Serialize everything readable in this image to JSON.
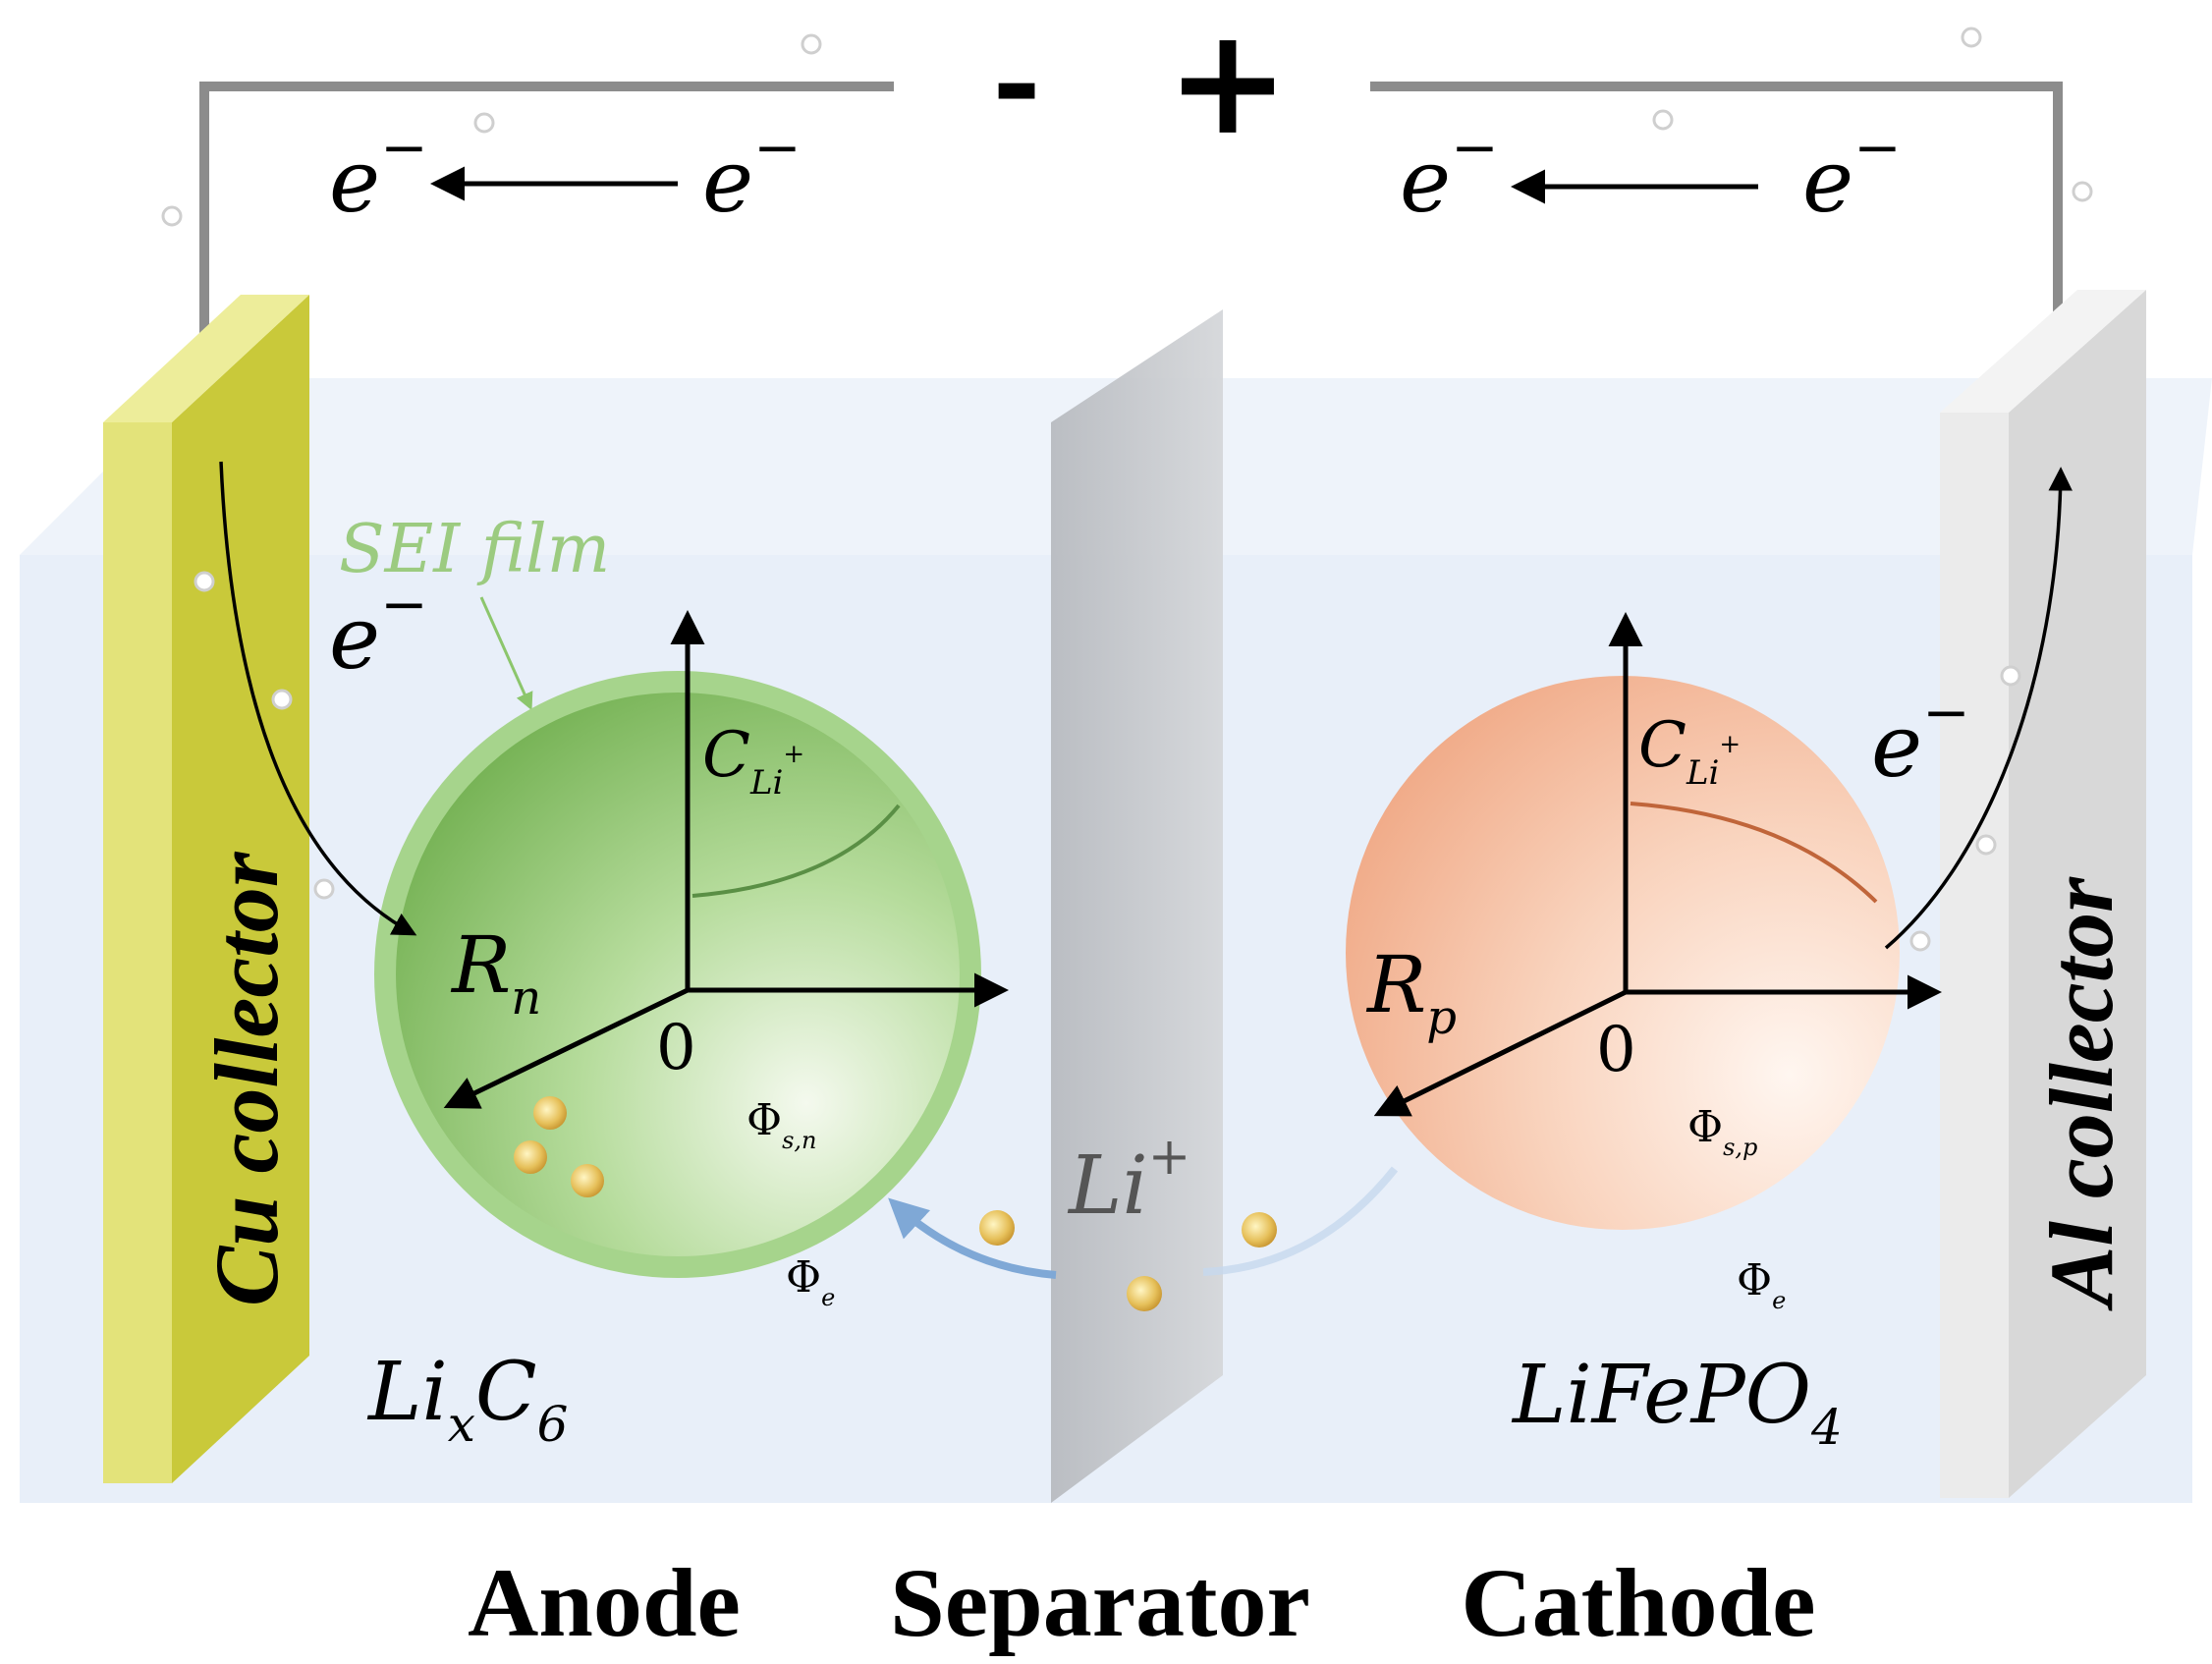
{
  "terminals": {
    "negative": "-",
    "positive": "+"
  },
  "electron": {
    "symbol": "e",
    "charge": "−"
  },
  "collectors": {
    "left": "Cu collector",
    "right": "Al collector"
  },
  "sei_label": "SEI film",
  "anode_particle": {
    "concentration": {
      "base": "C",
      "sub": "Li",
      "sup": "+"
    },
    "radius": {
      "base": "R",
      "sub": "n"
    },
    "origin": "0",
    "potential": {
      "base": "Φ",
      "sub": "s,n"
    },
    "material": {
      "part1": "Li",
      "sub1": "x",
      "part2": "C",
      "sub2": "6"
    }
  },
  "cathode_particle": {
    "concentration": {
      "base": "C",
      "sub": "Li",
      "sup": "+"
    },
    "radius": {
      "base": "R",
      "sub": "p"
    },
    "origin": "0",
    "potential": {
      "base": "Φ",
      "sub": "s,p"
    },
    "material": {
      "part1": "LiFePO",
      "sub1": "4"
    }
  },
  "electrolyte_potential": {
    "base": "Φ",
    "sub": "e"
  },
  "lithium_ion": {
    "base": "Li",
    "sup": "+"
  },
  "regions": {
    "anode": "Anode",
    "separator": "Separator",
    "cathode": "Cathode"
  },
  "colors": {
    "cu_collector": "#d8d85c",
    "al_collector": "#e6e6e6",
    "electrolyte": "#e6eef8",
    "anode_green": "#8cc66c",
    "cathode_peach": "#f4b89a",
    "separator_gray": "#c9cbcf",
    "wire": "#8c8c8c",
    "ion_arrow": "#7fa8d6",
    "ion_gold": "#d8aa3a"
  }
}
